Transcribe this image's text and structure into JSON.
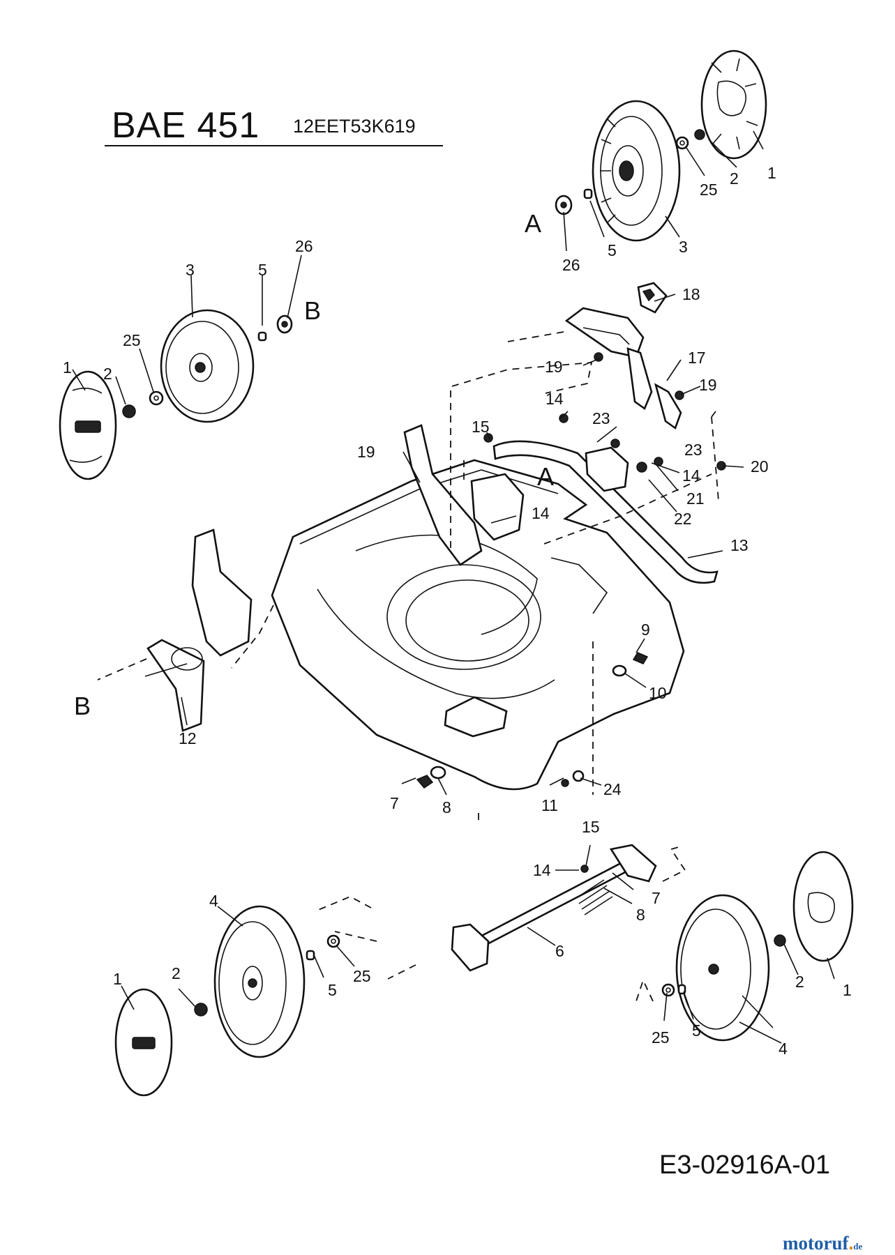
{
  "header": {
    "model": "BAE 451",
    "model_code": "12EET53K619"
  },
  "footer": {
    "document_number": "E3-02916A-01",
    "brand_main": "motoruf",
    "brand_accent": ".",
    "brand_suffix": "de"
  },
  "colors": {
    "ink": "#111111",
    "brand_blue": "#1f5da8",
    "brand_orange": "#d98a1a"
  },
  "reference_marks": [
    "A",
    "A",
    "B",
    "B"
  ],
  "callouts": [
    "1",
    "2",
    "25",
    "3",
    "5",
    "26",
    "18",
    "17",
    "19",
    "19",
    "14",
    "15",
    "19",
    "23",
    "23",
    "20",
    "14",
    "21",
    "22",
    "14",
    "13",
    "1",
    "2",
    "25",
    "3",
    "5",
    "26",
    "12",
    "9",
    "10",
    "7",
    "8",
    "11",
    "24",
    "15",
    "14",
    "7",
    "8",
    "6",
    "4",
    "2",
    "1",
    "5",
    "25",
    "1",
    "2",
    "25",
    "5",
    "4"
  ]
}
